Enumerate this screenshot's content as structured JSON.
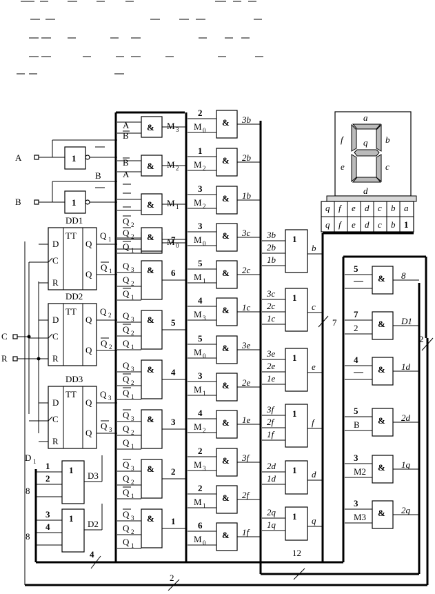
{
  "signals": {
    "A": "A",
    "B": "B",
    "C": "C",
    "R": "R",
    "D1": "D",
    "D1_sub": "1"
  },
  "inverter_label": "1",
  "gate_and": "&",
  "gate_or": "1",
  "triggers": [
    {
      "name": "DD1",
      "tt": "TT",
      "d": "D",
      "c": "C",
      "r": "R",
      "q": "Q",
      "qn": "Q",
      "out": "Q",
      "out_sub": "1"
    },
    {
      "name": "DD2",
      "tt": "TT",
      "d": "D",
      "c": "C",
      "r": "R",
      "q": "Q",
      "qn": "Q",
      "out": "Q",
      "out_sub": "2"
    },
    {
      "name": "DD3",
      "tt": "TT",
      "d": "D",
      "c": "C",
      "r": "R",
      "q": "Q",
      "qn": "Q",
      "out": "Q",
      "out_sub": "3"
    }
  ],
  "mux_outputs": [
    {
      "label": "M",
      "sub": "3"
    },
    {
      "label": "M",
      "sub": "2"
    },
    {
      "label": "M",
      "sub": "1"
    },
    {
      "label": "M",
      "sub": "0"
    }
  ],
  "decoder_numbers": [
    "7",
    "6",
    "5",
    "4",
    "3",
    "2",
    "1"
  ],
  "col2_gates": [
    {
      "in1": "2",
      "in2": "M",
      "in2_sub": "0",
      "out": "3b"
    },
    {
      "in1": "1",
      "in2": "M",
      "in2_sub": "2",
      "out": "2b"
    },
    {
      "in1": "3",
      "in2": "M",
      "in2_sub": "2",
      "out": "1b"
    },
    {
      "in1": "3",
      "in2": "M",
      "in2_sub": "0",
      "out": "3c"
    },
    {
      "in1": "5",
      "in2": "M",
      "in2_sub": "1",
      "out": "2c"
    },
    {
      "in1": "4",
      "in2": "M",
      "in2_sub": "3",
      "out": "1c"
    },
    {
      "in1": "5",
      "in2": "M",
      "in2_sub": "0",
      "out": "3e"
    },
    {
      "in1": "3",
      "in2": "M",
      "in2_sub": "1",
      "out": "2e"
    },
    {
      "in1": "4",
      "in2": "M",
      "in2_sub": "2",
      "out": "1e"
    },
    {
      "in1": "2",
      "in2": "M",
      "in2_sub": "3",
      "out": "3f"
    },
    {
      "in1": "2",
      "in2": "M",
      "in2_sub": "1",
      "out": "2f"
    },
    {
      "in1": "6",
      "in2": "M",
      "in2_sub": "0",
      "out": "1f"
    }
  ],
  "or_gates": [
    {
      "inputs": [
        "3b",
        "2b",
        "1b"
      ],
      "out": "b"
    },
    {
      "inputs": [
        "3c",
        "2c",
        "1c"
      ],
      "out": "c"
    },
    {
      "inputs": [
        "3e",
        "2e",
        "1e"
      ],
      "out": "e"
    },
    {
      "inputs": [
        "3f",
        "2f",
        "1f"
      ],
      "out": "f"
    },
    {
      "inputs": [
        "2d",
        "1d"
      ],
      "out": "d"
    },
    {
      "inputs": [
        "2q",
        "1q"
      ],
      "out": "q"
    }
  ],
  "col4_gates": [
    {
      "in1": "5",
      "in2": "",
      "out": "8"
    },
    {
      "in1": "7",
      "in2": "2",
      "out": "D1"
    },
    {
      "in1": "4",
      "in2": "",
      "out": "1d"
    },
    {
      "in1": "5",
      "in2": "B",
      "out": "2d"
    },
    {
      "in1": "3",
      "in2": "M2",
      "out": "1q"
    },
    {
      "in1": "3",
      "in2": "M3",
      "out": "2q"
    }
  ],
  "bottom_or_gates": [
    {
      "in1": "1",
      "in2": "2",
      "out": "D3"
    },
    {
      "in1": "3",
      "in2": "4",
      "out": "D2"
    }
  ],
  "bus_labels": {
    "bus8_a": "8",
    "bus8_b": "8",
    "bus4": "4",
    "bus2_right": "2",
    "bus2_bottom": "2",
    "bus12": "12",
    "bus7": "7"
  },
  "seven_segment": {
    "segments": [
      "a",
      "b",
      "c",
      "d",
      "e",
      "f",
      "q"
    ],
    "table_header": [
      "q",
      "f",
      "e",
      "d",
      "c",
      "b",
      "a"
    ],
    "table_row": [
      "q",
      "f",
      "e",
      "d",
      "c",
      "b",
      "1"
    ]
  }
}
